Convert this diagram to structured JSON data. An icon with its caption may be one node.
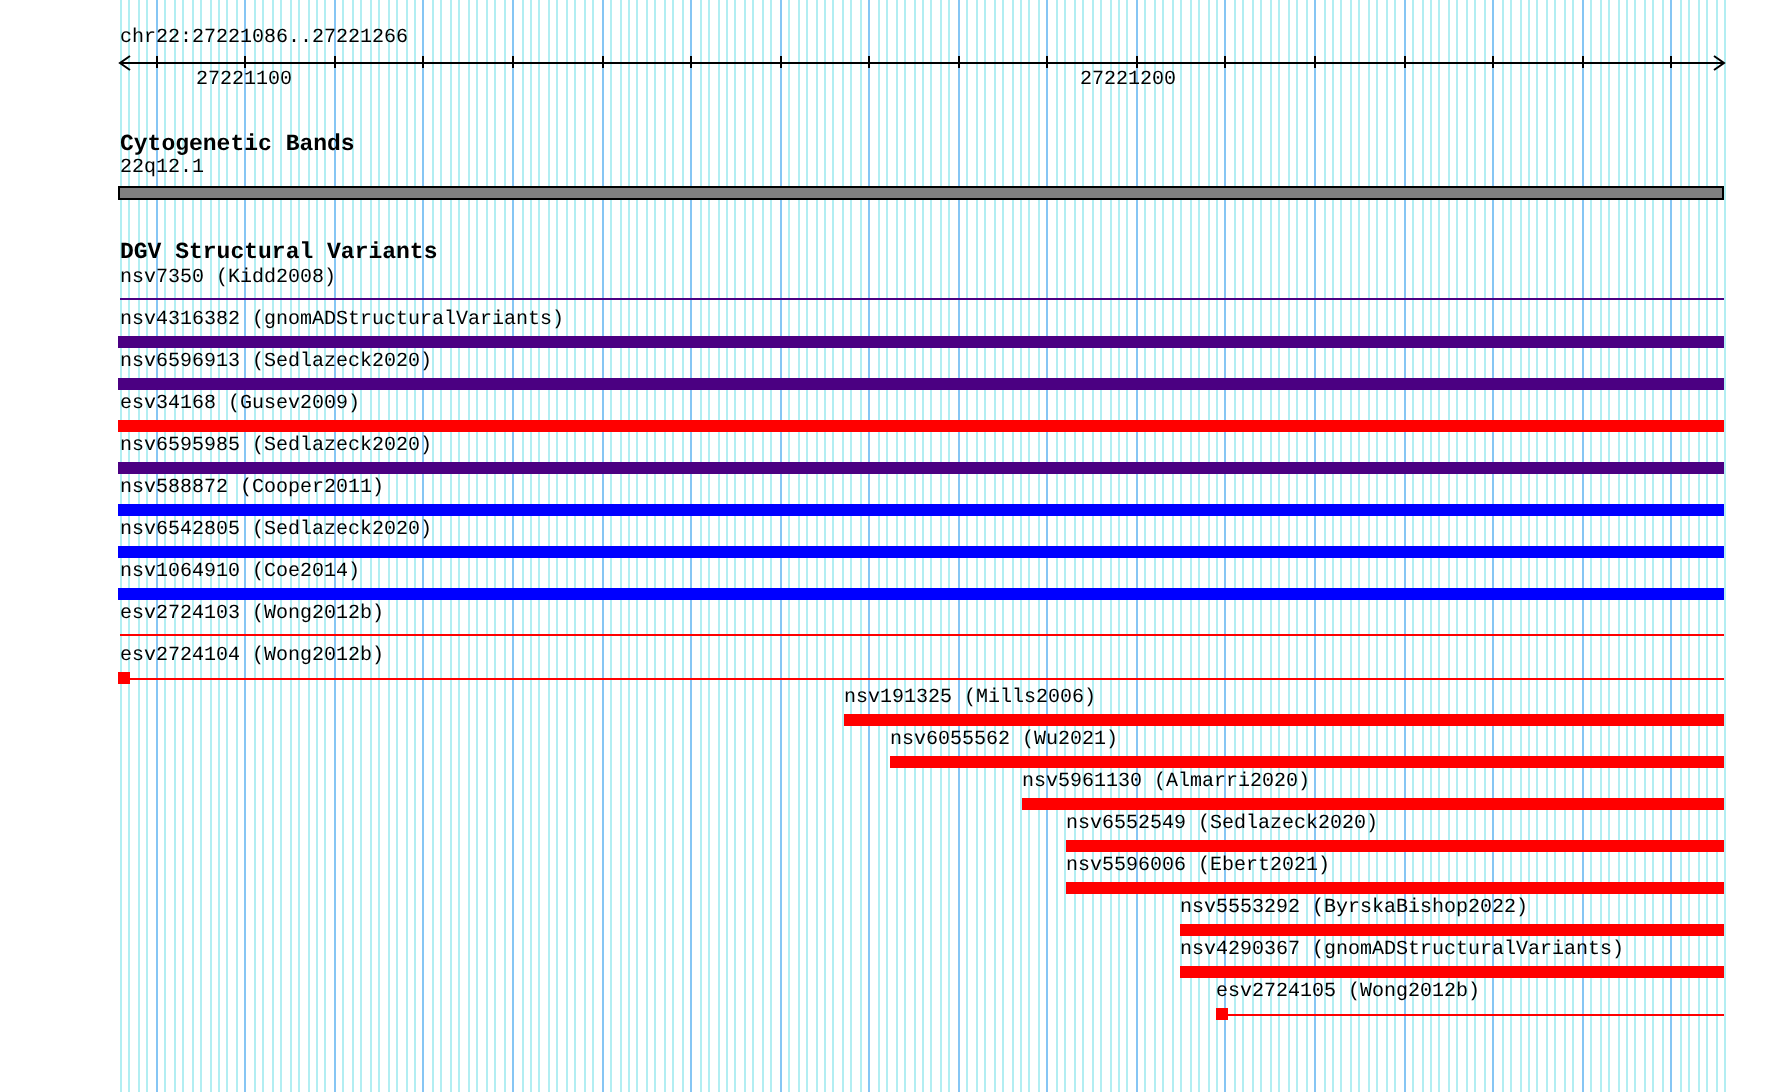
{
  "diagram": {
    "nodes": [
      {
        "text": [
          "22q12.1"
        ]
      },
      {
        "text": [
          "nsv7350 (Kidd2008)"
        ]
      },
      {
        "text": [
          "nsv4316382 (gnomADStructuralVariants)"
        ]
      },
      {
        "text": [
          "nsv6596913 (Sedlazeck2020)"
        ]
      },
      {
        "text": [
          "esv34168 (Gusev2009)"
        ]
      },
      {
        "text": [
          "nsv6595985 (Sedlazeck2020)"
        ]
      },
      {
        "text": [
          "nsv588872 (Cooper2011)"
        ]
      },
      {
        "text": [
          "nsv6542805 (Sedlazeck2020)"
        ]
      },
      {
        "text": [
          "nsv1064910 (Coe2014)"
        ]
      },
      {
        "text": [
          "esv2724103 (Wong2012b)"
        ]
      },
      {
        "text": [
          "esv2724104 (Wong2012b)"
        ]
      },
      {
        "text": [
          "nsv191325 (Mills2006)"
        ]
      },
      {
        "text": [
          "nsv6055562 (Wu2021)"
        ]
      },
      {
        "text": [
          "nsv5961130 (Almarri2020)"
        ]
      },
      {
        "text": [
          "nsv6552549 (Sedlazeck2020)"
        ]
      },
      {
        "text": [
          "nsv5596006 (Ebert2021)"
        ]
      },
      {
        "text": [
          "nsv5553292 (ByrskaBishop2022)"
        ]
      },
      {
        "text": [
          "nsv4290367 (gnomADStructuralVariants)"
        ]
      },
      {
        "text": [
          "esv2724105 (Wong2012b)"
        ]
      }
    ],
    "labels": [
      "chr22:27221086..27221266",
      "27221100",
      "27221200",
      "Cytogenetic Bands",
      "DGV Structural Variants"
    ]
  }
}
